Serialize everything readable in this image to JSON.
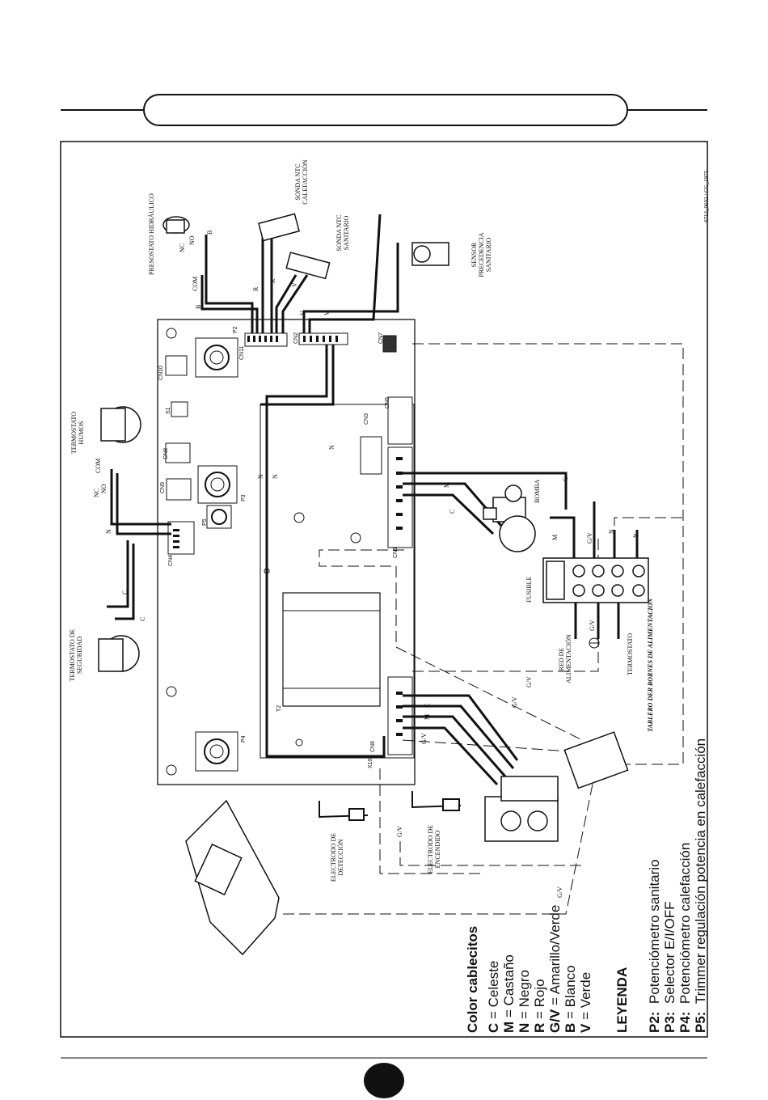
{
  "diagram_code": "0712_0602 / CG_1975",
  "components": {
    "presostato": "PRESOSTATO HIDRÁULICO",
    "sonda_calefaccion": "SONDA NTC CALEFACCIÓN",
    "sonda_sanitario": "SONDA NTC SANITARIO",
    "sensor_precedencia": "SENSOR PRECEDENCIA SANITARIO",
    "termostato_humos": "TERMOSTATO HUMOS",
    "termostato_seguridad": "TERMOSTATO DE SEGURIDAD",
    "electrodo_deteccion": "ELECTRODO DE DETECCIÓN",
    "electrodo_encendido": "ELECTRODO DE ENCENDIDO",
    "bomba": "BOMBA",
    "fusible": "FUSIBLE",
    "red_alimentacion": "RED DE ALIMENTACIÓN",
    "termostato": "TERMOSTATO",
    "tablero": "TABLERO DER BORNES DE ALIMENTACION"
  },
  "switch_labels": {
    "nc": "NC",
    "no": "NO",
    "com": "COM"
  },
  "connectors": [
    "P2",
    "CN11",
    "CN2",
    "CN7",
    "CN10",
    "S1",
    "CN8",
    "CN9",
    "P3",
    "P5",
    "CN4",
    "CN3",
    "CN5",
    "CN1",
    "T2",
    "P4",
    "CN6",
    "X10"
  ],
  "wire_letters": [
    "B",
    "R",
    "V",
    "N",
    "C",
    "M",
    "G/V"
  ],
  "color_legend": {
    "title": "Color cablecitos",
    "items": [
      {
        "code": "C",
        "meaning": "Celeste"
      },
      {
        "code": "M",
        "meaning": "Castaño"
      },
      {
        "code": "N",
        "meaning": "Negro"
      },
      {
        "code": "R",
        "meaning": "Rojo"
      },
      {
        "code": "G/V",
        "meaning": "Amarillo/Verde"
      },
      {
        "code": "B",
        "meaning": "Blanco"
      },
      {
        "code": "V",
        "meaning": "Verde"
      }
    ]
  },
  "leyenda": {
    "title": "LEYENDA",
    "items": [
      {
        "code": "P2:",
        "meaning": "Potenciómetro sanitario"
      },
      {
        "code": "P3:",
        "meaning": "Selector E/I/OFF"
      },
      {
        "code": "P4:",
        "meaning": "Potenciómetro calefacción"
      },
      {
        "code": "P5:",
        "meaning": "Trimmer regulación potencia en calefacción"
      }
    ]
  }
}
